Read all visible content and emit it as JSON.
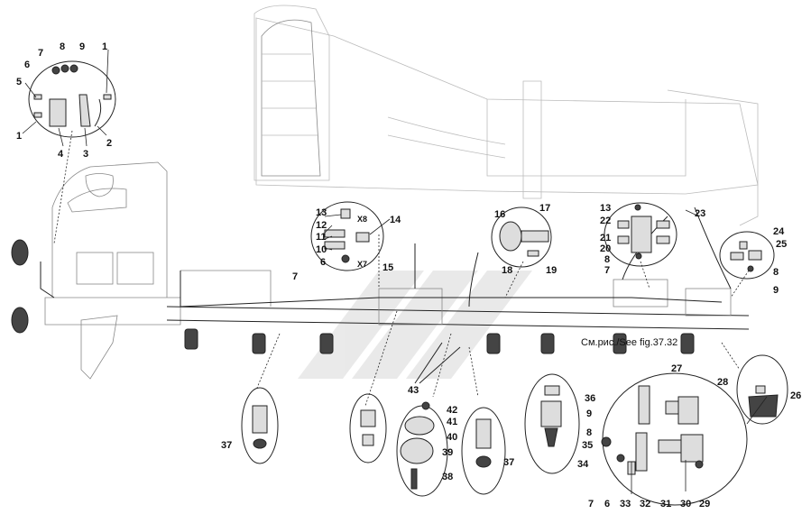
{
  "callouts": {
    "c1a": "1",
    "c1b": "1",
    "c2": "2",
    "c3": "3",
    "c4": "4",
    "c5": "5",
    "c6a": "6",
    "c7a": "7",
    "c8a": "8",
    "c9a": "9",
    "c13a": "13",
    "c12": "12",
    "c11": "11",
    "c10": "10",
    "c6b": "6",
    "c14": "14",
    "c15": "15",
    "x8": "X8",
    "x7": "X7",
    "c7b": "7",
    "c16": "16",
    "c17": "17",
    "c18": "18",
    "c19": "19",
    "c13b": "13",
    "c22": "22",
    "c21": "21",
    "c20": "20",
    "c8b": "8",
    "c7c": "7",
    "c23": "23",
    "c24": "24",
    "c25": "25",
    "c8c": "8",
    "c9b": "9",
    "c26": "26",
    "c27": "27",
    "c28": "28",
    "c36": "36",
    "c9c": "9",
    "c8d": "8",
    "c35": "35",
    "c34": "34",
    "c33": "33",
    "c32": "32",
    "c31": "31",
    "c30": "30",
    "c29": "29",
    "c7d": "7",
    "c6c": "6",
    "c42": "42",
    "c41": "41",
    "c40": "40",
    "c39": "39",
    "c38": "38",
    "c37a": "37",
    "c37b": "37",
    "c43": "43"
  },
  "reference_note": "См.рис./See fig.37.32"
}
